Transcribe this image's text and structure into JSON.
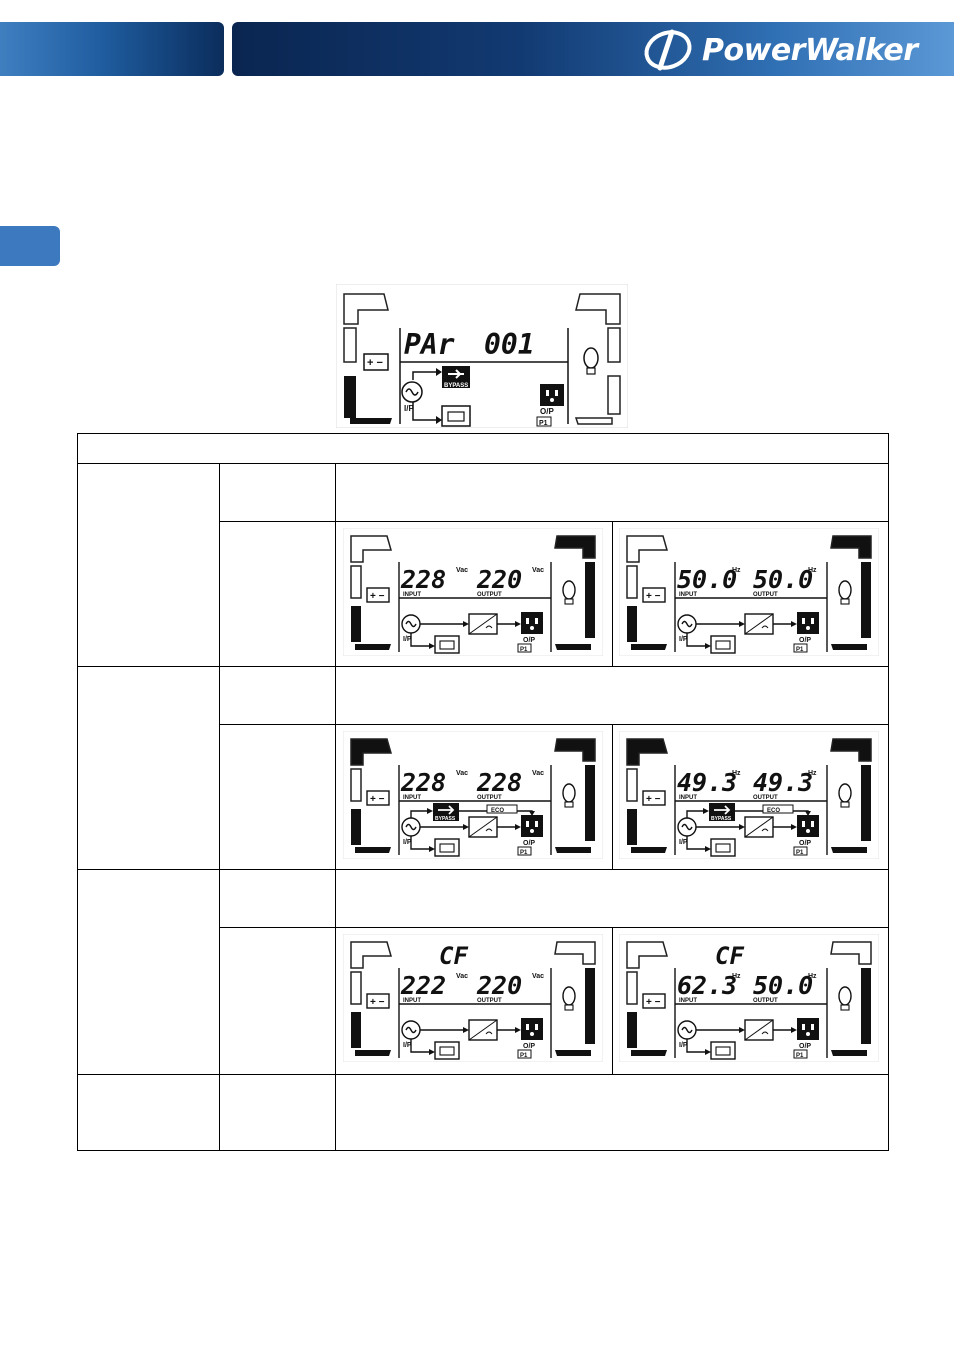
{
  "header": {
    "brand": "PowerWalker",
    "logo_icon": "powerwalker-swoosh-icon",
    "colors": {
      "band_dark": "#0b2d5c",
      "band_light": "#5b98d6",
      "tab": "#3c79bf"
    }
  },
  "top_lcd": {
    "text_left": "PAr",
    "text_right": "001",
    "bypass_label": "BYPASS",
    "ip_label": "I/P",
    "op_label": "O/P",
    "p1_label": "P1"
  },
  "rows": [
    {
      "lcds": [
        {
          "in_value": "228",
          "in_unit": "Vac",
          "out_value": "220",
          "out_unit": "Vac",
          "in_label": "INPUT",
          "out_label": "OUTPUT",
          "ip_label": "I/P",
          "op_label": "O/P",
          "p1_label": "P1"
        },
        {
          "in_value": "50.0",
          "in_unit": "Hz",
          "out_value": "50.0",
          "out_unit": "Hz",
          "in_label": "INPUT",
          "out_label": "OUTPUT",
          "ip_label": "I/P",
          "op_label": "O/P",
          "p1_label": "P1"
        }
      ]
    },
    {
      "lcds": [
        {
          "in_value": "228",
          "in_unit": "Vac",
          "out_value": "228",
          "out_unit": "Vac",
          "in_label": "INPUT",
          "out_label": "OUTPUT",
          "bypass_label": "BYPASS",
          "eco_label": "ECO",
          "ip_label": "I/P",
          "op_label": "O/P",
          "p1_label": "P1"
        },
        {
          "in_value": "49.3",
          "in_unit": "Hz",
          "out_value": "49.3",
          "out_unit": "Hz",
          "in_label": "INPUT",
          "out_label": "OUTPUT",
          "bypass_label": "BYPASS",
          "eco_label": "ECO",
          "ip_label": "I/P",
          "op_label": "O/P",
          "p1_label": "P1"
        }
      ]
    },
    {
      "lcds": [
        {
          "mode": "CF",
          "in_value": "222",
          "in_unit": "Vac",
          "out_value": "220",
          "out_unit": "Vac",
          "in_label": "INPUT",
          "out_label": "OUTPUT",
          "ip_label": "I/P",
          "op_label": "O/P",
          "p1_label": "P1"
        },
        {
          "mode": "CF",
          "in_value": "62.3",
          "in_unit": "Hz",
          "out_value": "50.0",
          "out_unit": "Hz",
          "in_label": "INPUT",
          "out_label": "OUTPUT",
          "ip_label": "I/P",
          "op_label": "O/P",
          "p1_label": "P1"
        }
      ]
    }
  ]
}
